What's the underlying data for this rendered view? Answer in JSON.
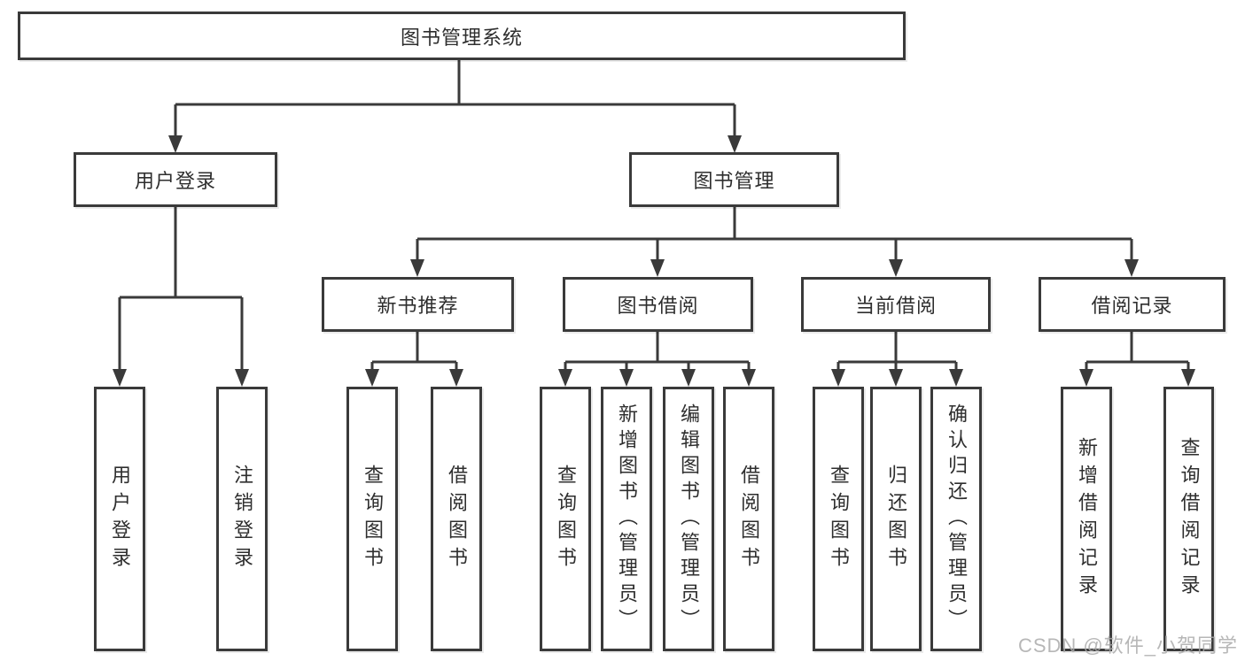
{
  "diagram": {
    "title": "图书管理系统",
    "level2": [
      "用户登录",
      "图书管理"
    ],
    "level3": [
      "新书推荐",
      "图书借阅",
      "当前借阅",
      "借阅记录"
    ],
    "leaves_login": [
      "用户登录",
      "注销登录"
    ],
    "leaves_new_book": [
      "查询图书",
      "借阅图书"
    ],
    "leaves_book_borrow": [
      "查询图书",
      "新增图书（管理员）",
      "编辑图书（管理员）",
      "借阅图书"
    ],
    "leaves_current": [
      "查询图书",
      "归还图书",
      "确认归还（管理员）"
    ],
    "leaves_record": [
      "新增借阅记录",
      "查询借阅记录"
    ]
  },
  "watermark": "CSDN @软件_小贺同学",
  "colors": {
    "line": "#3a3a3a",
    "box_border": "#3a3a3a",
    "text": "#2e2e2e",
    "watermark": "#aaaaaa",
    "background": "#ffffff"
  }
}
